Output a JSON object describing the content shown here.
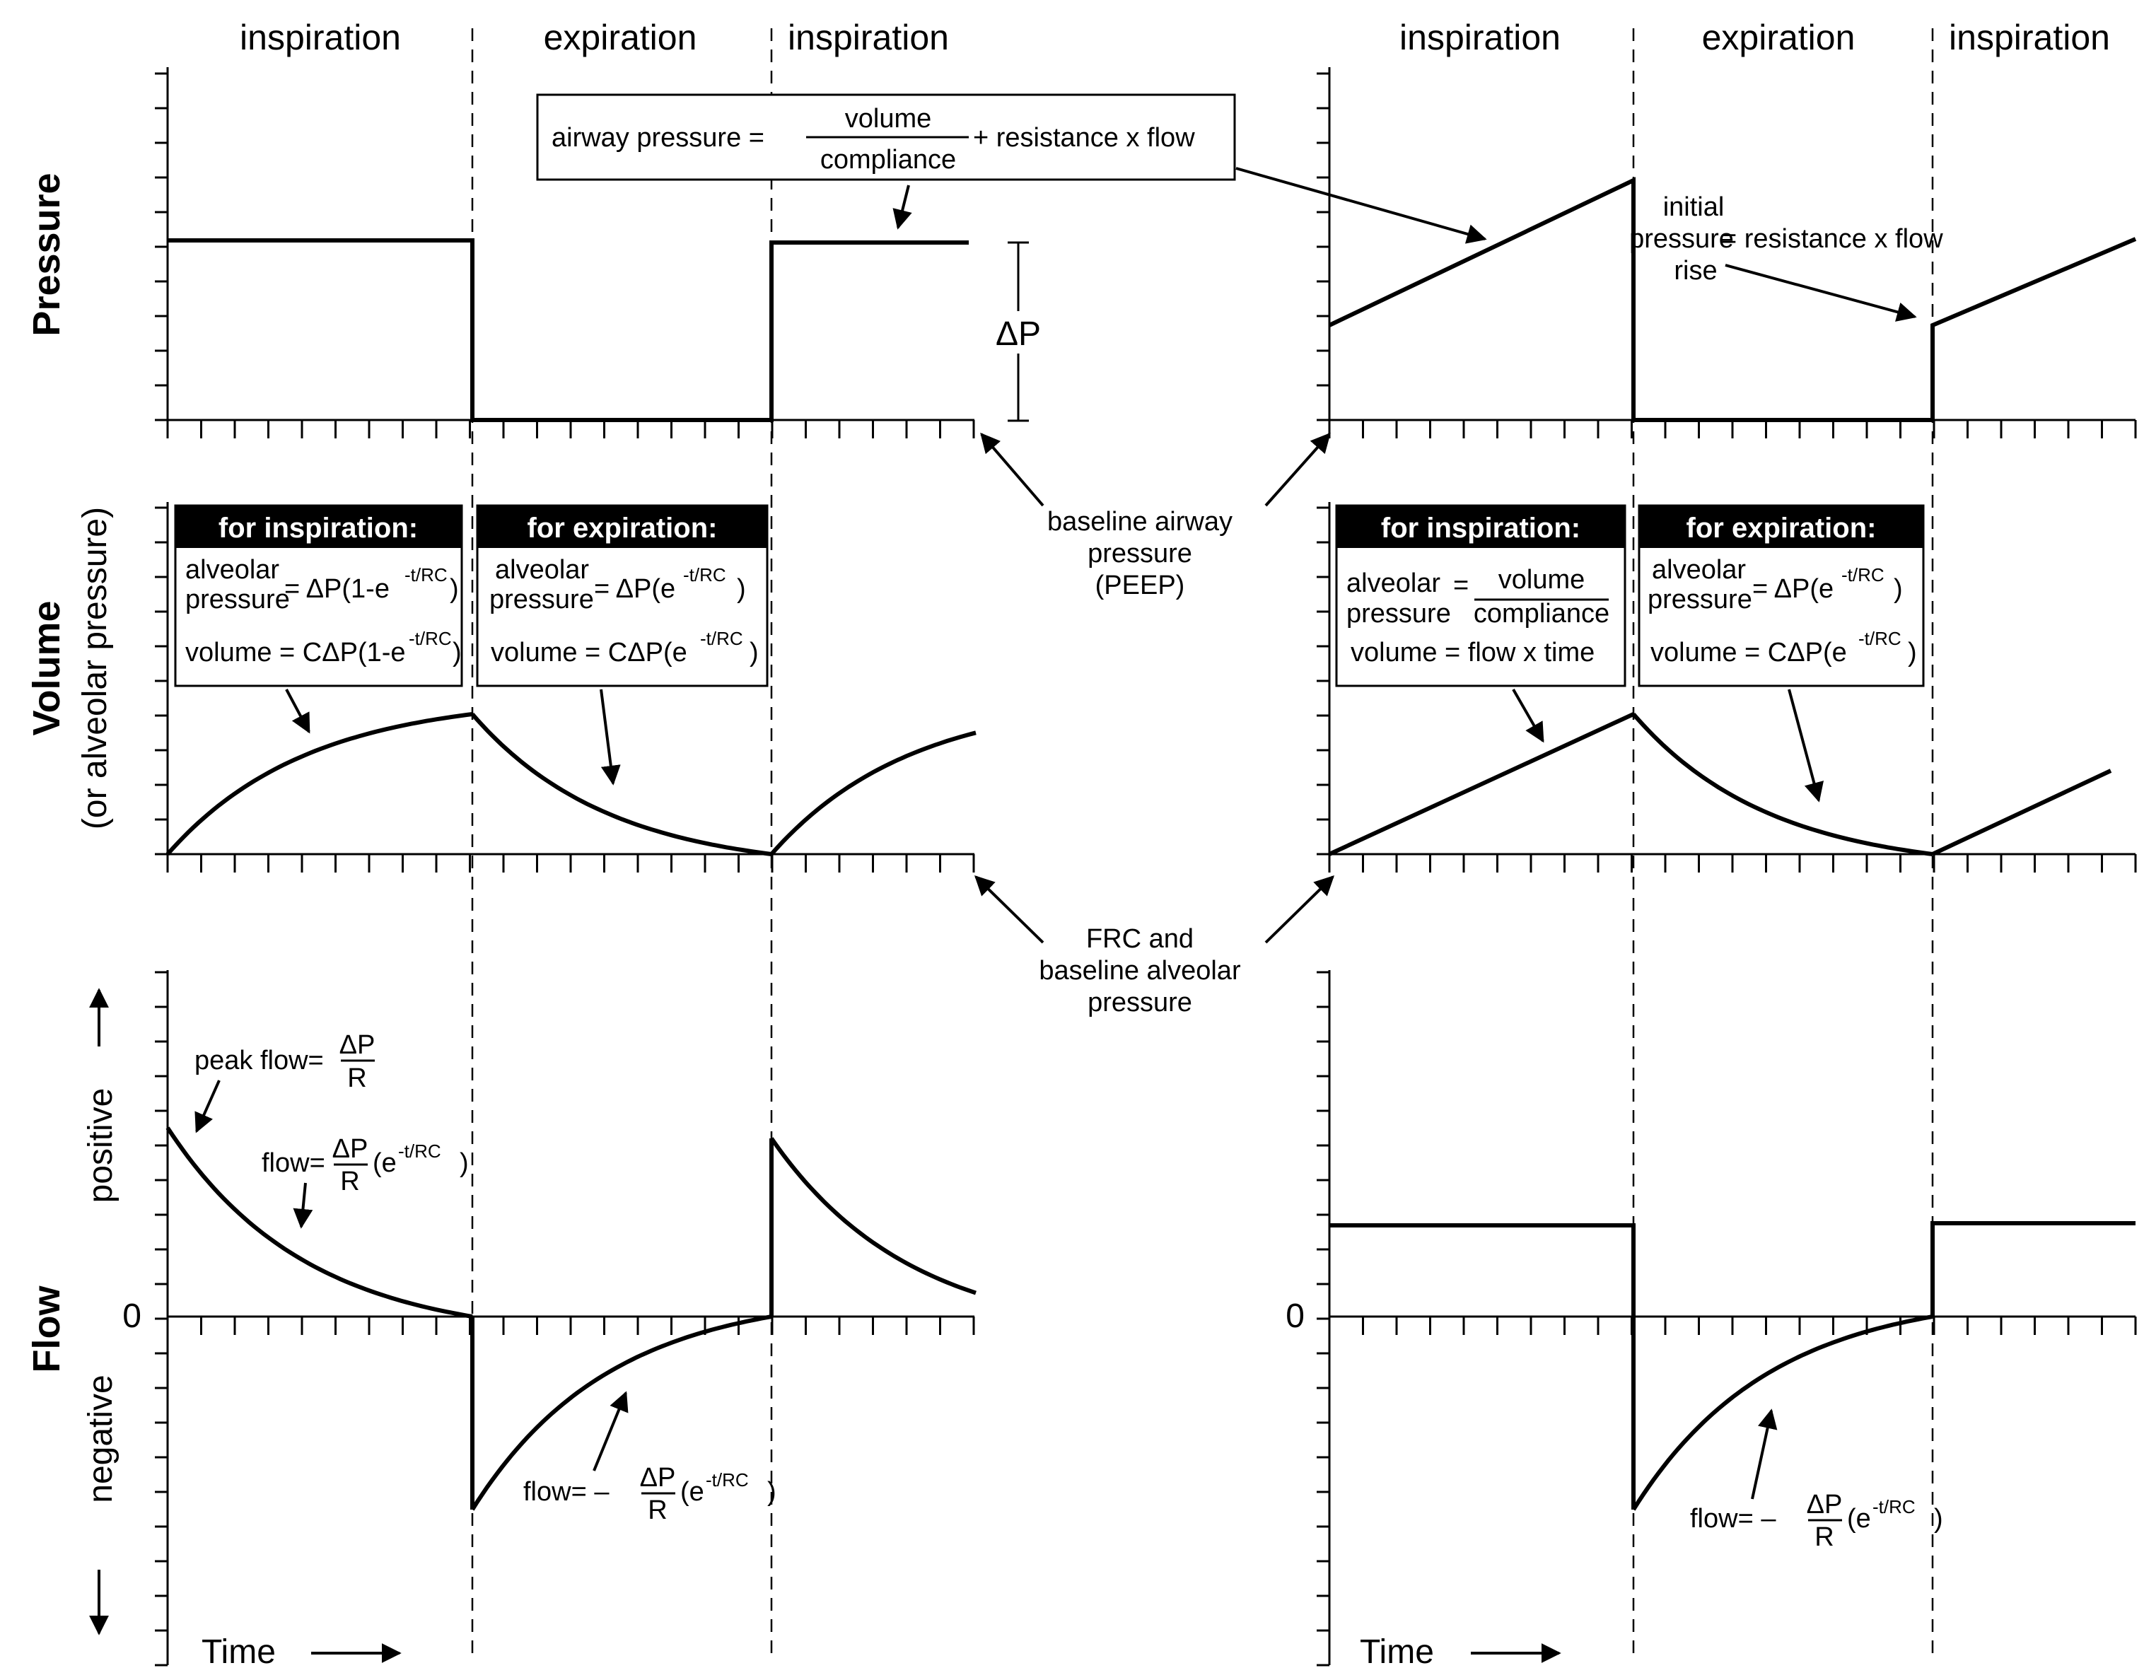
{
  "phases": {
    "left": [
      "inspiration",
      "expiration",
      "inspiration"
    ],
    "right": [
      "inspiration",
      "expiration",
      "inspiration"
    ]
  },
  "axes": {
    "pressure": "Pressure",
    "volume": "Volume",
    "volume_sub": "(or alveolar pressure)",
    "flow": "Flow",
    "positive": "positive",
    "negative": "negative",
    "zero": "0",
    "time": "Time"
  },
  "annotations": {
    "airway_pressure_lhs": "airway pressure =",
    "volume_word": "volume",
    "compliance_word": "compliance",
    "airway_pressure_rhs": "+ resistance x flow",
    "delta_p": "ΔP",
    "baseline_airway": [
      "baseline airway",
      "pressure",
      "(PEEP)"
    ],
    "frc": [
      "FRC and",
      "baseline alveolar",
      "pressure"
    ],
    "initial_pressure_rise": [
      "initial",
      "pressure",
      "rise"
    ],
    "initial_eq": "= resistance x flow",
    "peak_flow": "peak flow=",
    "flow_eq": "flow=",
    "flow_neg_eq": "flow= –",
    "dp": "ΔP",
    "r": "R",
    "exp_term": "(e",
    "exp_sup": "-t/RC",
    "close_paren": ")"
  },
  "boxes": {
    "left_insp": {
      "title": "for inspiration:",
      "l1a": "alveolar",
      "l1b": "pressure",
      "l1eq": "= ΔP(1-e",
      "l1sup": "-t/RC",
      "l1end": ")",
      "l2": "volume = CΔP(1-e",
      "l2sup": "-t/RC",
      "l2end": ")"
    },
    "left_exp": {
      "title": "for expiration:",
      "l1a": "alveolar",
      "l1b": "pressure",
      "l1eq": "= ΔP(e",
      "l1sup": "-t/RC",
      "l1end": ")",
      "l2": "volume = CΔP(e",
      "l2sup": "-t/RC",
      "l2end": ")"
    },
    "right_insp": {
      "title": "for inspiration:",
      "l1a": "alveolar",
      "l1b": "pressure",
      "l1eq": "=",
      "l1num": "volume",
      "l1den": "compliance",
      "l2": "volume = flow x time"
    },
    "right_exp": {
      "title": "for expiration:",
      "l1a": "alveolar",
      "l1b": "pressure",
      "l1eq": "= ΔP(e",
      "l1sup": "-t/RC",
      "l1end": ")",
      "l2": "volume = CΔP(e",
      "l2sup": "-t/RC",
      "l2end": ")"
    }
  }
}
